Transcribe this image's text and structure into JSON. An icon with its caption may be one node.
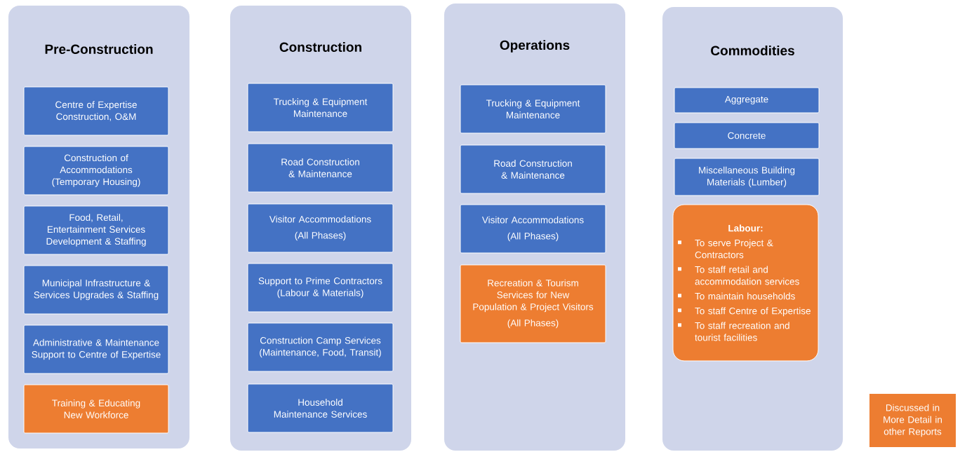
{
  "diagram": {
    "nodes": [
      {
        "text": [
          "Pre-Construction"
        ]
      },
      {
        "text": [
          "Centre of Expertise Construction, O&M"
        ],
        "in": 0
      },
      {
        "text": [
          "Construction of Accommodations (Temporary Housing)"
        ],
        "in": 0
      },
      {
        "text": [
          "Food, Retail, Entertainment Services Development & Staffing"
        ],
        "in": 0
      },
      {
        "text": [
          "Municipal Infrastructure & Services Upgrades & Staffing"
        ],
        "in": 0
      },
      {
        "text": [
          "Administrative & Maintenance Support to Centre of Expertise"
        ],
        "in": 0
      },
      {
        "text": [
          "Training & Educating New Workforce"
        ],
        "in": 0
      },
      {
        "text": [
          "Construction"
        ]
      },
      {
        "text": [
          "Trucking & Equipment Maintenance"
        ],
        "in": 7
      },
      {
        "text": [
          "Road Construction & Maintenance"
        ],
        "in": 7
      },
      {
        "text": [
          "Visitor Accommodations",
          "(All Phases)"
        ],
        "in": 7
      },
      {
        "text": [
          "Support to Prime Contractors (Labour & Materials)"
        ],
        "in": 7
      },
      {
        "text": [
          "Construction Camp Services (Maintenance, Food, Transit)"
        ],
        "in": 7
      },
      {
        "text": [
          "Household Maintenance Services"
        ],
        "in": 7
      },
      {
        "text": [
          "Operations"
        ]
      },
      {
        "text": [
          "Trucking & Equipment Maintenance"
        ],
        "in": 14
      },
      {
        "text": [
          "Road Construction & Maintenance"
        ],
        "in": 14
      },
      {
        "text": [
          "Visitor Accommodations",
          "(All Phases)"
        ],
        "in": 14
      },
      {
        "text": [
          "Recreation & Tourism Services for New Population & Project Visitors",
          "(All Phases)"
        ],
        "in": 14
      },
      {
        "text": [
          "Commodities"
        ]
      },
      {
        "text": [
          "Aggregate"
        ],
        "in": 19
      },
      {
        "text": [
          "Concrete"
        ],
        "in": 19
      },
      {
        "text": [
          "Miscellaneous Building Materials (Lumber)"
        ],
        "in": 19
      },
      {
        "text": [
          "Labour:",
          "To serve Project & Contractors",
          "To staff retail and accommodation services",
          "To maintain households",
          "To staff Centre of Expertise",
          "To staff recreation and tourist facilities"
        ],
        "in": 19
      }
    ],
    "legend": [
      {
        "text": "Discussed in More Detail in other Reports",
        "color": "#ed7d31"
      }
    ]
  }
}
